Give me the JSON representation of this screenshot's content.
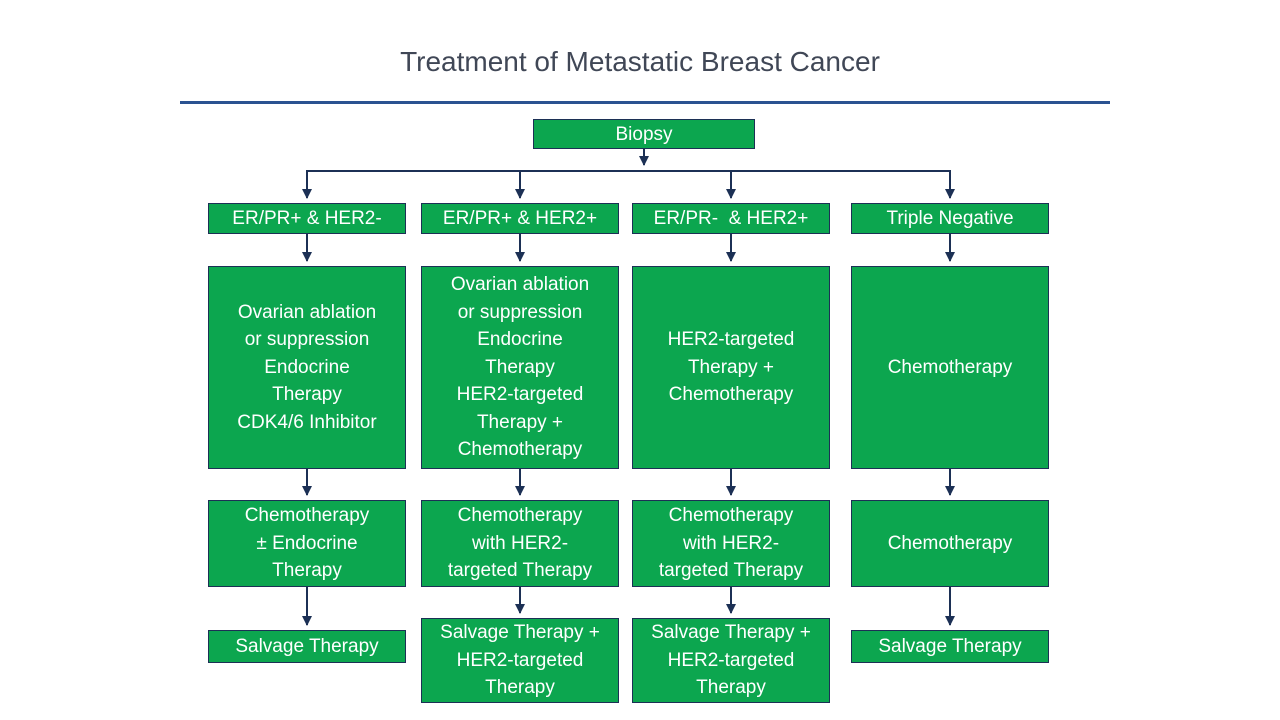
{
  "title": "Treatment of Metastatic Breast Cancer",
  "colors": {
    "box_fill": "#0CA64F",
    "box_border": "#1C3055",
    "box_text": "#FFFFFF",
    "arrow": "#1C3055",
    "divider": "#2A5291",
    "title_text": "#404756"
  },
  "flowchart": {
    "root_label": "Biopsy",
    "columns": [
      {
        "header": "ER/PR+ & HER2-",
        "primary_treatment": "Ovarian ablation\nor suppression\nEndocrine\nTherapy\nCDK4/6 Inhibitor",
        "secondary_treatment": "Chemotherapy\n± Endocrine\nTherapy",
        "salvage_treatment": "Salvage Therapy"
      },
      {
        "header": "ER/PR+ & HER2+",
        "primary_treatment": "Ovarian ablation\nor suppression\nEndocrine\nTherapy\nHER2-targeted\nTherapy +\nChemotherapy",
        "secondary_treatment": "Chemotherapy\nwith HER2-\ntargeted Therapy",
        "salvage_treatment": "Salvage Therapy +\nHER2-targeted\nTherapy"
      },
      {
        "header": "ER/PR-  & HER2+",
        "primary_treatment": "HER2-targeted\nTherapy +\nChemotherapy",
        "secondary_treatment": "Chemotherapy\nwith HER2-\ntargeted Therapy",
        "salvage_treatment": "Salvage Therapy +\nHER2-targeted\nTherapy"
      },
      {
        "header": "Triple Negative",
        "primary_treatment": "Chemotherapy",
        "secondary_treatment": "Chemotherapy",
        "salvage_treatment": "Salvage Therapy"
      }
    ]
  }
}
